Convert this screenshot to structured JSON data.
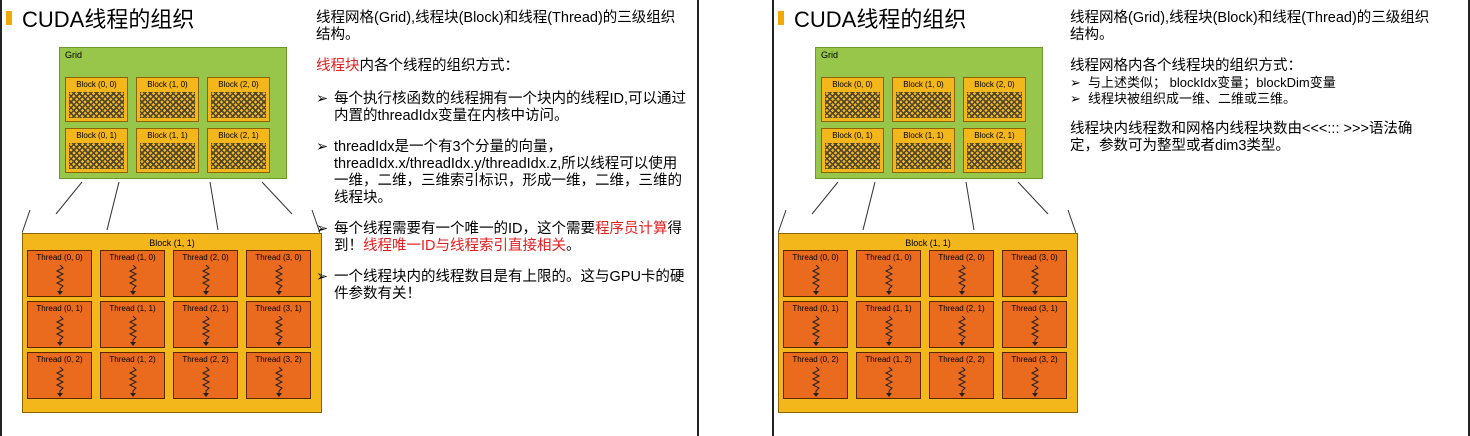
{
  "slides": [
    {
      "title": "CUDA线程的组织",
      "intro": "线程网格(Grid),线程块(Block)和线程(Thread)的三级组织结构。",
      "heading_red": "线程块",
      "heading_rest": "内各个线程的组织方式：",
      "bullets": [
        {
          "a": "每个执行核函数的线程拥有一个块内的线程ID,可以通过内置的threadIdx变量在内核中访问。"
        },
        {
          "a": "threadIdx是一个有3个分量的向量，threadIdx.x/threadIdx.y/threadIdx.z,所以线程可以使用一维，二维，三维索引标识，形成一维，二维，三维的线程块。"
        },
        {
          "a": "每个线程需要有一个唯一的ID，这个需要",
          "b": "程序员计算",
          "c": "得到！",
          "d": "线程唯一ID与线程索引直接相关",
          "e": "。"
        },
        {
          "a": "一个线程块内的线程数目是有上限的。这与GPU卡的硬件参数有关！"
        }
      ]
    },
    {
      "title": "CUDA线程的组织",
      "intro": "线程网格(Grid),线程块(Block)和线程(Thread)的三级组织结构。",
      "heading": "线程网格内各个线程块的组织方式：",
      "bullets": [
        {
          "a": "与上述类似； blockIdx变量；blockDim变量"
        },
        {
          "a": "线程块被组织成一维、二维或三维。"
        }
      ],
      "closing": "线程块内线程数和网格内线程块数由<<<::: >>>语法确定，参数可为整型或者dim3类型。"
    }
  ],
  "diagram": {
    "grid_label": "Grid",
    "blocks": [
      "Block (0, 0)",
      "Block (1, 0)",
      "Block (2, 0)",
      "Block (0, 1)",
      "Block (1, 1)",
      "Block (2, 1)"
    ],
    "block_detail_label": "Block (1, 1)",
    "threads": [
      "Thread (0, 0)",
      "Thread (1, 0)",
      "Thread (2, 0)",
      "Thread (3, 0)",
      "Thread (0, 1)",
      "Thread (1, 1)",
      "Thread (2, 1)",
      "Thread (3, 1)",
      "Thread (0, 2)",
      "Thread (1, 2)",
      "Thread (2, 2)",
      "Thread (3, 2)"
    ]
  },
  "colors": {
    "accent": "#f2a900",
    "grid": "#98c64a",
    "block": "#f3b61b",
    "thread": "#ea6b1d",
    "red_text": "#e32020"
  }
}
